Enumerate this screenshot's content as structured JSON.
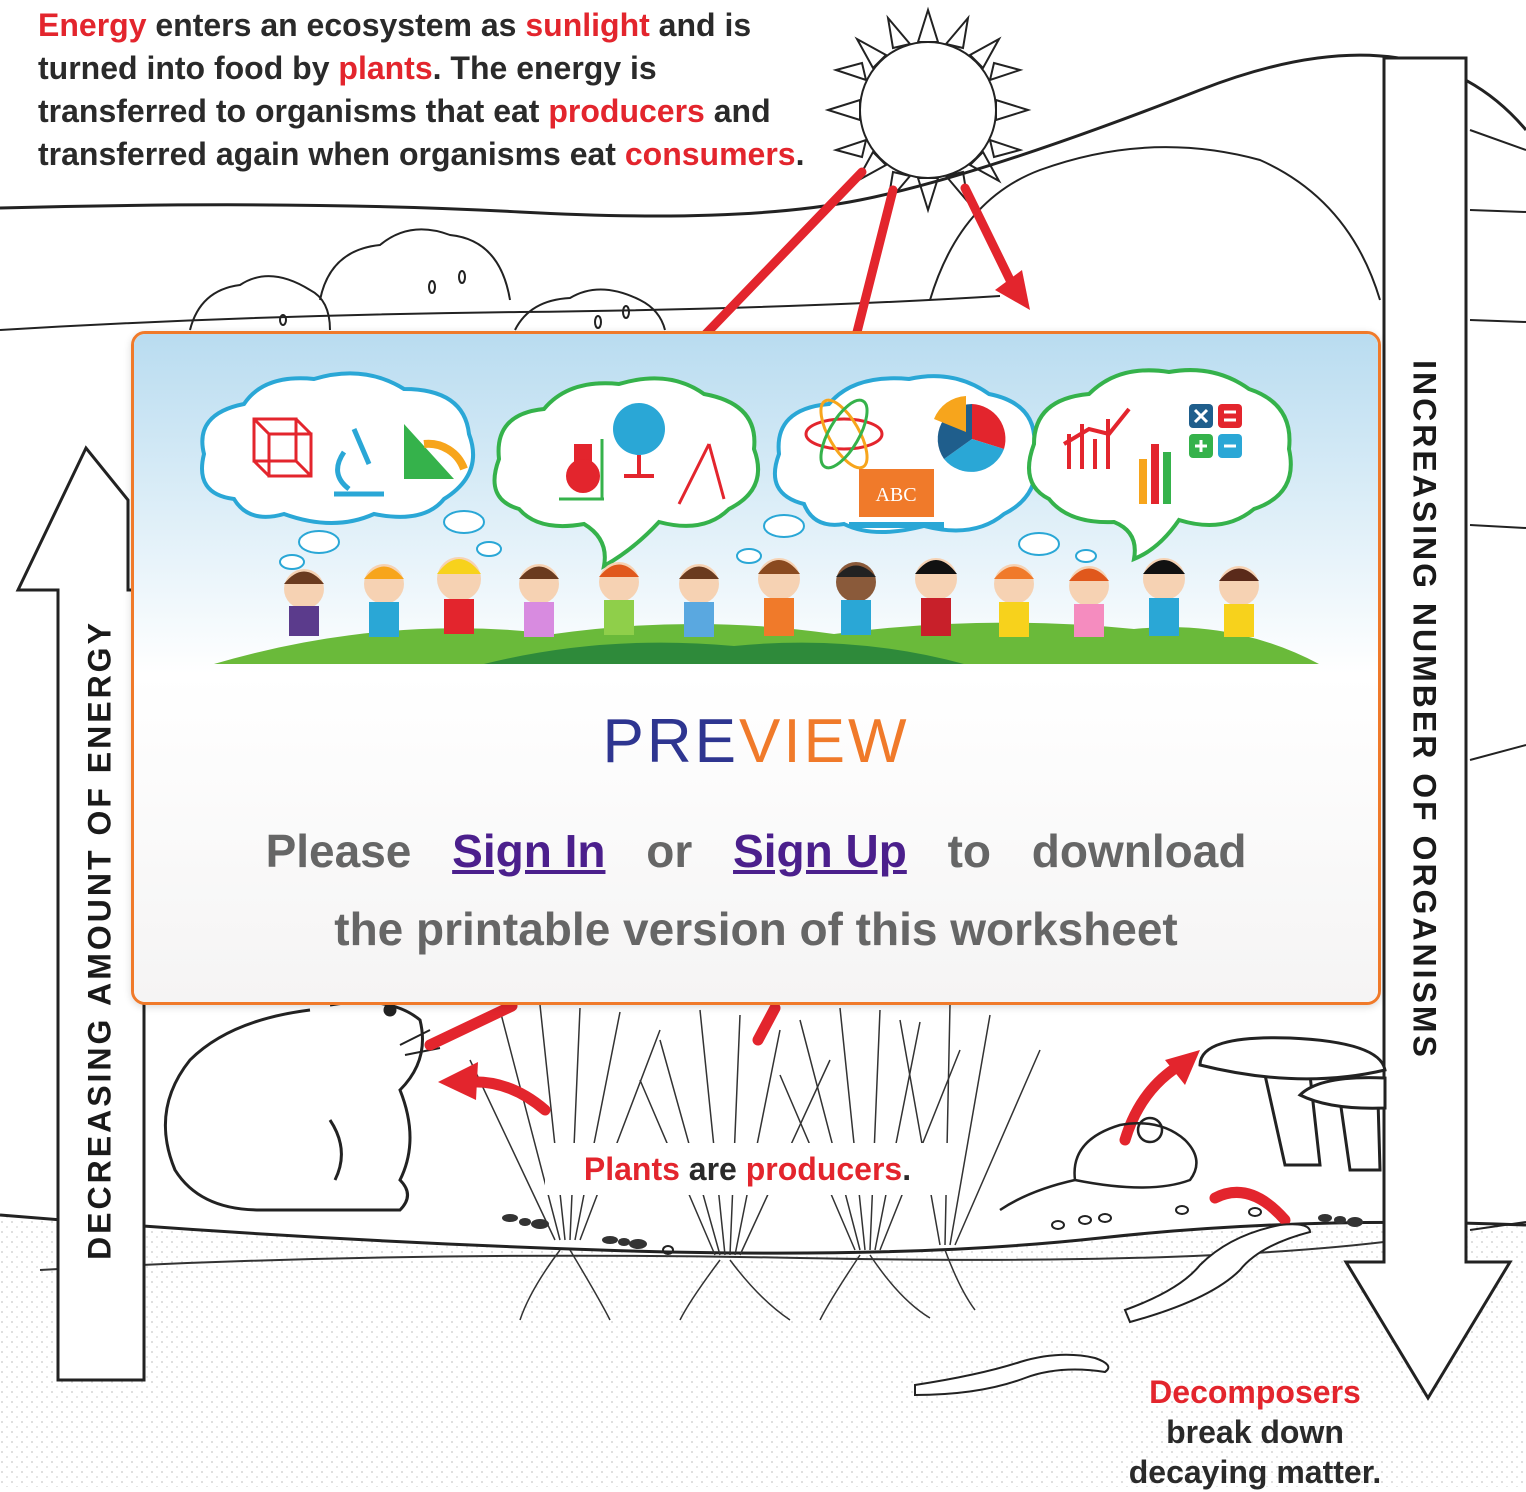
{
  "intro": {
    "w1": "Energy",
    "t1": " enters an ecosystem as ",
    "w2": "sunlight",
    "t2": " and is turned into food by ",
    "w3": "plants",
    "t3": ". The energy is transferred to organisms that eat ",
    "w4": "producers",
    "t4": " and transferred again when organisms eat ",
    "w5": "consumers",
    "t5": "."
  },
  "labels": {
    "left_vertical": "DECREASING AMOUNT OF ENERGY",
    "right_vertical": "INCREASING NUMBER OF ORGANISMS"
  },
  "captions": {
    "plants_a": "Plants",
    "plants_b": " are ",
    "plants_c": "producers",
    "plants_d": ".",
    "decomposers": "Decomposers",
    "decomp_line2": "break down",
    "decomp_line3": "decaying matter."
  },
  "preview": {
    "title_a": "PRE",
    "title_b": "VIEW",
    "please": "Please",
    "sign_in": "Sign In",
    "or": "or",
    "sign_up": "Sign Up",
    "to_download": "to download",
    "line2": "the printable version of this worksheet",
    "banner_board_text": "ABC"
  },
  "colors": {
    "accent_red": "#e3252d",
    "card_border": "#f07a2a",
    "title_blue": "#2e3590",
    "title_orange": "#f07a2a",
    "link_purple": "#4b1f8c",
    "message_gray": "#666666"
  }
}
